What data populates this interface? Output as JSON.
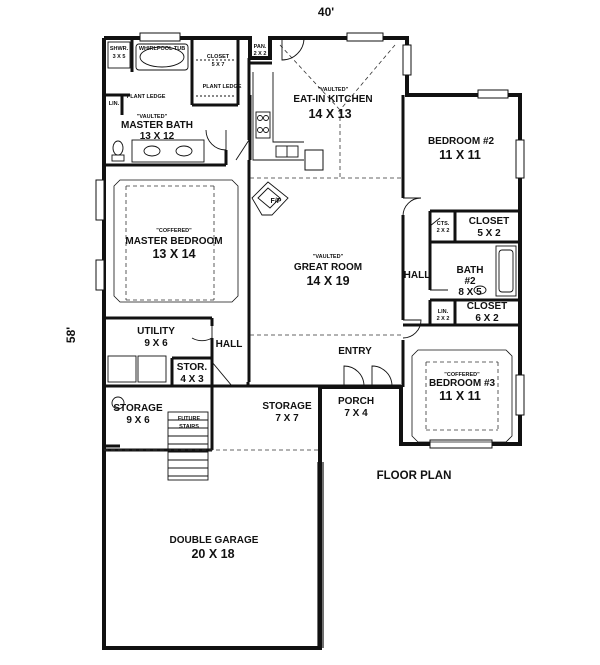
{
  "plan": {
    "width_label": "40'",
    "depth_label": "58'",
    "caption": "FLOOR PLAN"
  },
  "rooms": {
    "shwr": {
      "name": "SHWR.",
      "size": "3 X 5"
    },
    "tub": {
      "name": "WHIRLPOOL TUB"
    },
    "closet_mb": {
      "name": "CLOSET",
      "size": "5 X 7"
    },
    "pan": {
      "name": "PAN.",
      "size": "2 X 2"
    },
    "lin_mb": {
      "name": "LIN."
    },
    "plant_ledge_1": {
      "name": "PLANT LEDGE"
    },
    "plant_ledge_2": {
      "name": "PLANT LEDGE"
    },
    "master_bath": {
      "tag": "\"VAULTED\"",
      "name": "MASTER BATH",
      "size": "13 X 12"
    },
    "kitchen": {
      "tag": "\"VAULTED\"",
      "name": "EAT-IN KITCHEN",
      "size": "14 X 13"
    },
    "bedroom2": {
      "name": "BEDROOM #2",
      "size": "11 X 11"
    },
    "fp": {
      "name": "F/P"
    },
    "master_bedroom": {
      "tag": "\"COFFERED\"",
      "name": "MASTER BEDROOM",
      "size": "13 X 14"
    },
    "great_room": {
      "tag": "\"VAULTED\"",
      "name": "GREAT ROOM",
      "size": "14 X 19"
    },
    "cts": {
      "name": "CTS.",
      "size": "2 X 2"
    },
    "closet_b2": {
      "name": "CLOSET",
      "size": "5 X 2"
    },
    "hall_east": {
      "name": "HALL"
    },
    "bath2": {
      "name": "BATH",
      "num": "#2",
      "size": "8 X 5"
    },
    "lin_b": {
      "name": "LIN.",
      "size": "2 X 2"
    },
    "closet_b3": {
      "name": "CLOSET",
      "size": "6 X 2"
    },
    "utility": {
      "name": "UTILITY",
      "size": "9 X 6"
    },
    "hall_west": {
      "name": "HALL"
    },
    "stor": {
      "name": "STOR.",
      "size": "4 X 3"
    },
    "entry": {
      "name": "ENTRY"
    },
    "bedroom3": {
      "tag": "\"COFFERED\"",
      "name": "BEDROOM #3",
      "size": "11 X 11"
    },
    "storage_w": {
      "name": "STORAGE",
      "size": "9 X 6"
    },
    "future_stairs": {
      "name": "FUTURE",
      "name2": "STAIRS"
    },
    "storage_e": {
      "name": "STORAGE",
      "size": "7 X 7"
    },
    "porch": {
      "name": "PORCH",
      "size": "7 X 4"
    },
    "garage": {
      "name": "DOUBLE GARAGE",
      "size": "20 X 18"
    }
  }
}
